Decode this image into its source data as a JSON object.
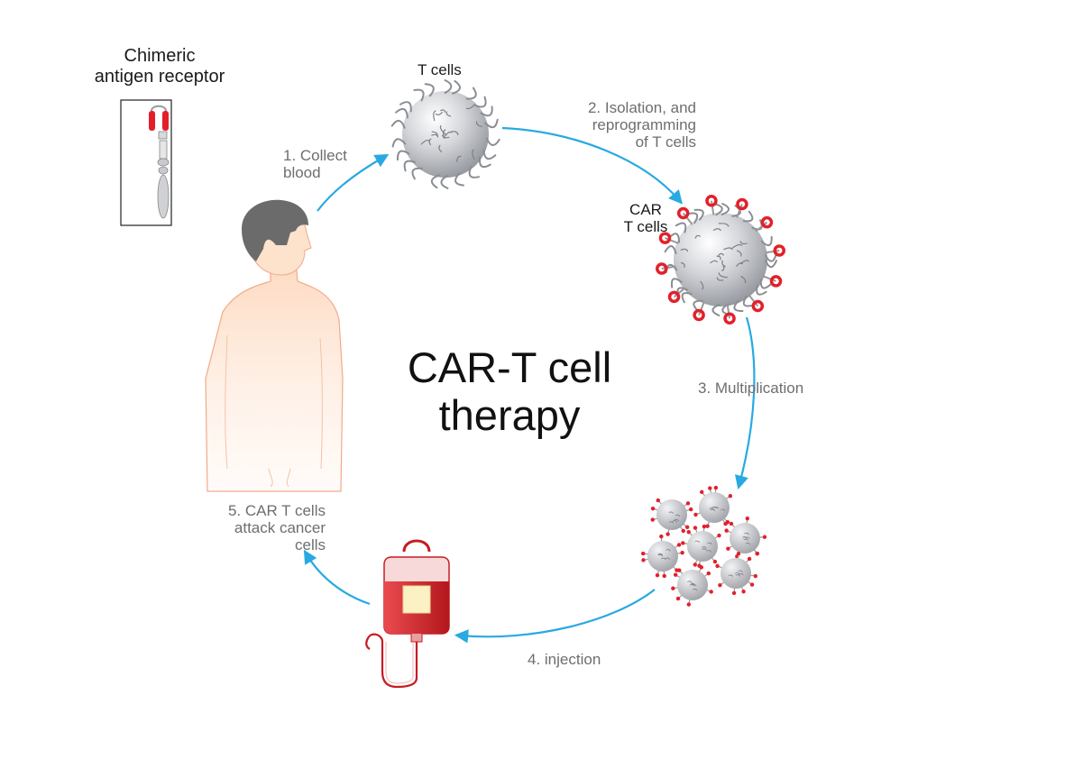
{
  "title": "CAR-T cell\ntherapy",
  "receptor_title": "Chimeric\nantigen receptor",
  "labels": {
    "t_cells": "T cells",
    "car_t_cells": "CAR\nT cells"
  },
  "steps": {
    "collect": "1. Collect\nblood",
    "isolation": "2. Isolation, and\nreprogramming\nof T cells",
    "multiplication": "3. Multiplication",
    "injection": "4. injection",
    "attack": "5. CAR T cells\nattack cancer\ncells"
  },
  "colors": {
    "arrow": "#29a9e1",
    "step_text": "#6d6e71",
    "receptor_red": "#e3202a",
    "skin": "#fde2cc",
    "hair": "#6b6b6b",
    "cell_grey": "#b9bcc2",
    "blood_bag": "#d42a2f"
  }
}
